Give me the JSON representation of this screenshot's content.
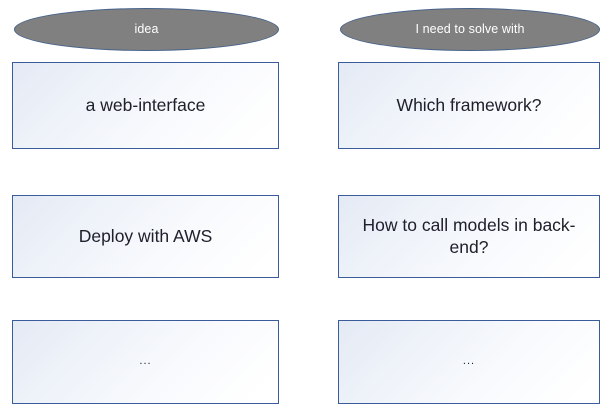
{
  "diagram": {
    "type": "two-column-flow",
    "background_color": "#FFFFFF",
    "ellipse_fill": "#808080",
    "ellipse_border": "#46628A",
    "ellipse_text_color": "#FFFFFF",
    "box_border": "#3B5C9B",
    "box_text_color": "#20202C",
    "columns": [
      {
        "id": "left",
        "header": {
          "label": "idea"
        },
        "nodes": [
          {
            "label": "a web-interface"
          },
          {
            "label": "Deploy with AWS"
          },
          {
            "label": "..."
          }
        ]
      },
      {
        "id": "right",
        "header": {
          "label": "I need to solve with"
        },
        "nodes": [
          {
            "label": "Which framework?"
          },
          {
            "label": "How to call models in back-end?"
          },
          {
            "label": "..."
          }
        ]
      }
    ]
  }
}
